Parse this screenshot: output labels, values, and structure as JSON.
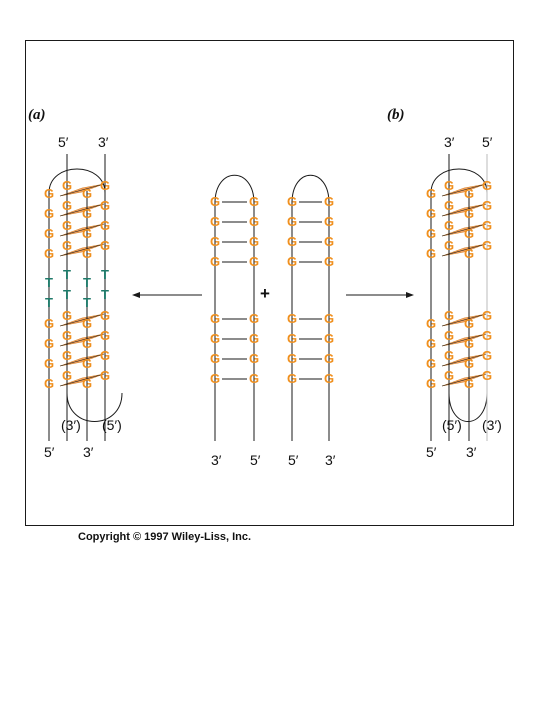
{
  "panels": {
    "a": {
      "label": "(a)",
      "top_left": "5′",
      "top_right": "3′",
      "loop_left": "(3′)",
      "loop_right": "(5′)",
      "bottom_left": "5′",
      "bottom_right": "3′"
    },
    "b": {
      "label": "(b)",
      "top_left": "3′",
      "top_right": "5′",
      "loop_left": "(5′)",
      "loop_right": "(3′)",
      "bottom_left": "5′",
      "bottom_right": "3′"
    }
  },
  "center": {
    "plus": "+",
    "hairpin1": {
      "bottom_left": "3′",
      "bottom_right": "5′"
    },
    "hairpin2": {
      "bottom_left": "5′",
      "bottom_right": "3′"
    }
  },
  "bases": {
    "guanine": "G",
    "thymine": "T"
  },
  "colors": {
    "guanine": "#f0901e",
    "tetrad": "#f4a460",
    "thymine": "#1f7a6a",
    "strand": "#1a1a1a"
  },
  "copyright": "Copyright © 1997 Wiley-Liss, Inc."
}
